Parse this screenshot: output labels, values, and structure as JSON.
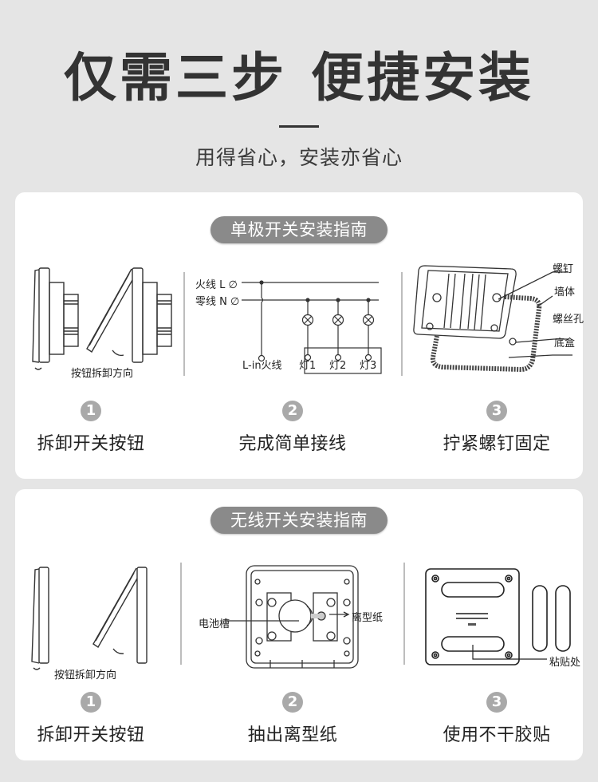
{
  "header": {
    "title_part1": "仅需三步",
    "title_part2": "便捷安装",
    "subtitle": "用得省心，安装亦省心"
  },
  "colors": {
    "background": "#e5e5e5",
    "card": "#ffffff",
    "pill": "#8a8a8a",
    "step_badge": "#a9a9a9",
    "text": "#333333"
  },
  "single_pole": {
    "pill_label": "单极开关安装指南",
    "panel1": {
      "caption": "按钮拆卸方向"
    },
    "panel2": {
      "live_label": "火线 L ∅",
      "neutral_label": "零线 N ∅",
      "lin_label": "L-in火线",
      "lamps": [
        "灯1",
        "灯2",
        "灯3"
      ]
    },
    "panel3": {
      "callouts": [
        "螺钉",
        "墙体",
        "螺丝孔",
        "底盒"
      ]
    },
    "steps": [
      {
        "num": "1",
        "label": "拆卸开关按钮"
      },
      {
        "num": "2",
        "label": "完成简单接线"
      },
      {
        "num": "3",
        "label": "拧紧螺钉固定"
      }
    ]
  },
  "wireless": {
    "pill_label": "无线开关安装指南",
    "panel1": {
      "caption": "按钮拆卸方向"
    },
    "panel2": {
      "battery_label": "电池槽",
      "release_paper_label": "离型纸"
    },
    "panel3": {
      "sticker_label": "粘贴处"
    },
    "steps": [
      {
        "num": "1",
        "label": "拆卸开关按钮"
      },
      {
        "num": "2",
        "label": "抽出离型纸"
      },
      {
        "num": "3",
        "label": "使用不干胶贴"
      }
    ]
  }
}
